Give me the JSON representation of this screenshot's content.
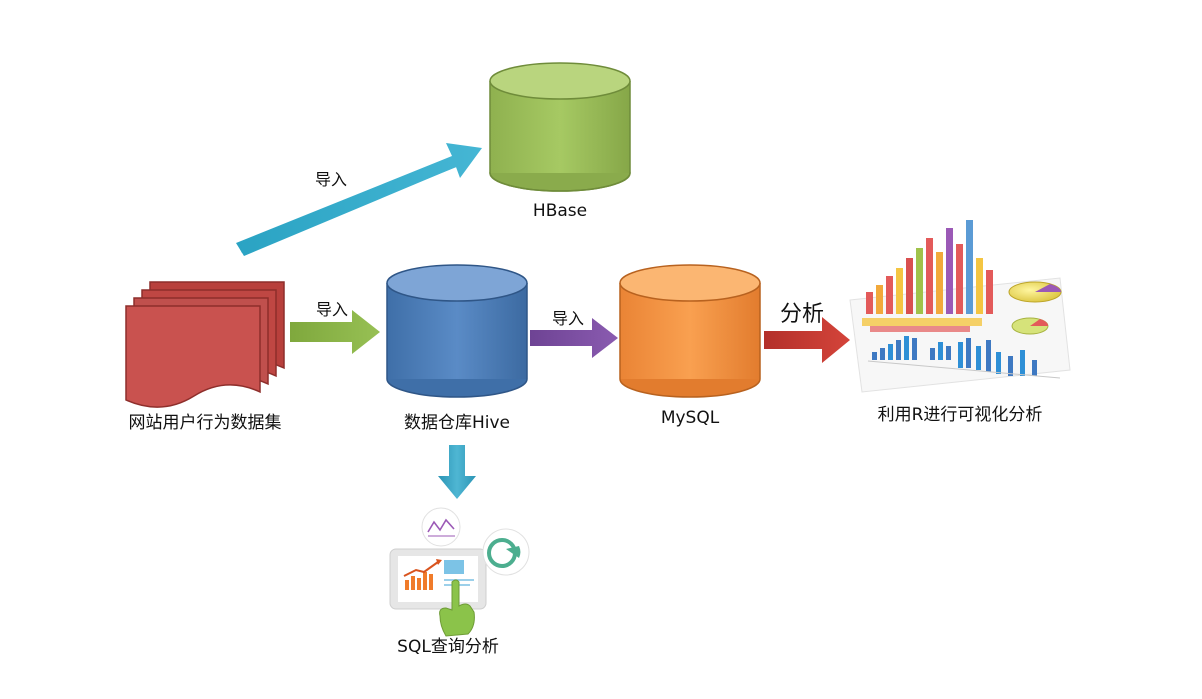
{
  "nodes": {
    "source": "网站用户行为数据集",
    "hive": "数据仓库Hive",
    "hbase": "HBase",
    "mysql": "MySQL",
    "r_analysis": "利用R进行可视化分析",
    "sql_analysis": "SQL查询分析"
  },
  "edges": {
    "to_hbase": "导入",
    "to_hive": "导入",
    "to_mysql": "导入",
    "to_r": "分析"
  },
  "colors": {
    "source": "#c0504d",
    "hbase": "#9bbb59",
    "hive": "#4f81bd",
    "mysql": "#f79646",
    "arrow_hbase": "#31a6c9",
    "arrow_hive": "#8ab34a",
    "arrow_mysql": "#7c4fa0",
    "arrow_r": "#c0392b",
    "arrow_sql": "#31a6c9"
  },
  "icons": [
    "document-stack-icon",
    "database-icon",
    "chart-icon",
    "dashboard-touch-icon"
  ]
}
